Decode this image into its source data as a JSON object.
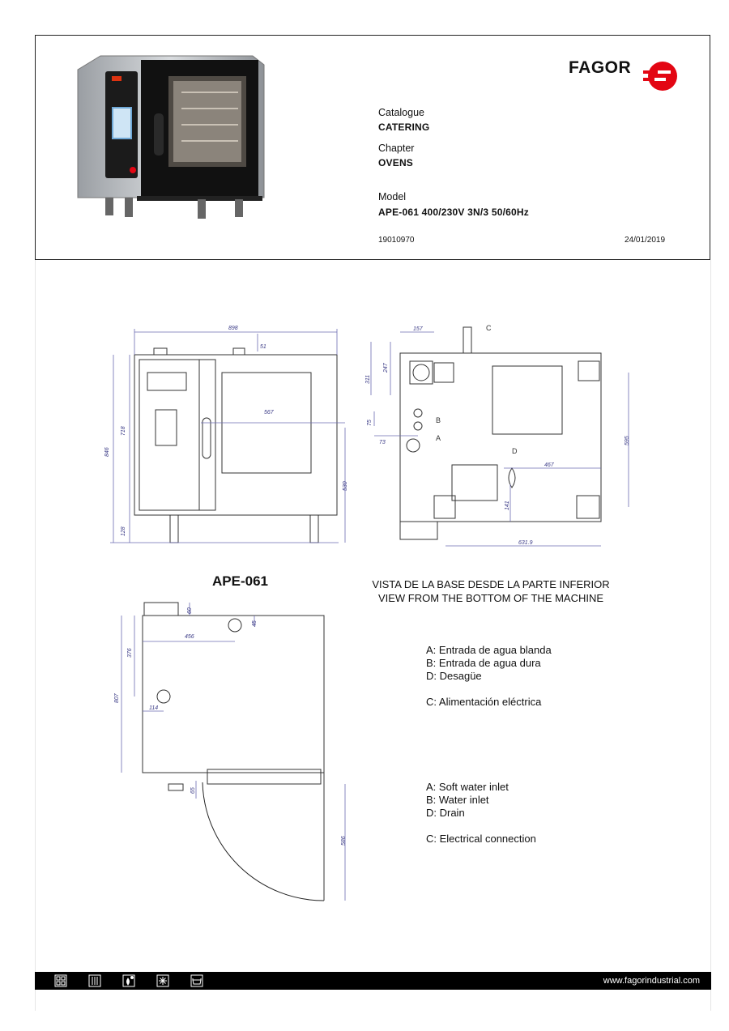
{
  "brand": {
    "name": "FAGOR",
    "accent_color": "#e30613"
  },
  "header": {
    "catalogue_label": "Catalogue",
    "catalogue_value": "CATERING",
    "chapter_label": "Chapter",
    "chapter_value": "OVENS",
    "model_label": "Model",
    "model_value": "APE-061 400/230V 3N/3 50/60Hz",
    "reference": "19010970",
    "date": "24/01/2019"
  },
  "drawing": {
    "title": "APE-061",
    "base_view_caption_es": "VISTA DE LA BASE DESDE LA PARTE INFERIOR",
    "base_view_caption_en": "VIEW FROM THE BOTTOM OF THE MACHINE",
    "front_dims": {
      "width": "898",
      "top_offset": "51",
      "inner_width": "567",
      "height_total": "846",
      "height_body": "718",
      "leg_height": "128",
      "right_height": "530"
    },
    "base_dims": {
      "c_offset": "157",
      "top_a": "311",
      "top_b": "247",
      "ab_spacing": "75",
      "a_offset": "73",
      "drain_x": "467",
      "right_height": "595",
      "drain_y": "141",
      "bottom_width": "631.9"
    },
    "base_markers": {
      "a": "A",
      "b": "B",
      "c": "C",
      "d": "D"
    },
    "top_dims": {
      "top_depth": "60",
      "connection_offset": "45",
      "connection_x": "456",
      "side_y": "376",
      "total_depth": "807",
      "side_x": "114",
      "door_gap": "65",
      "door_swing": "586"
    }
  },
  "legend_es": [
    "A: Entrada de agua blanda",
    "B: Entrada de agua dura",
    "D: Desagüe",
    "C: Alimentación eléctrica"
  ],
  "legend_en": [
    "A: Soft water inlet",
    "B: Water inlet",
    "D: Drain",
    "C: Electrical connection"
  ],
  "footer": {
    "url": "www.fagorindustrial.com",
    "icons": [
      "grid-icon",
      "tray-icon",
      "water-drop-icon",
      "snowflake-icon",
      "basket-icon"
    ]
  }
}
